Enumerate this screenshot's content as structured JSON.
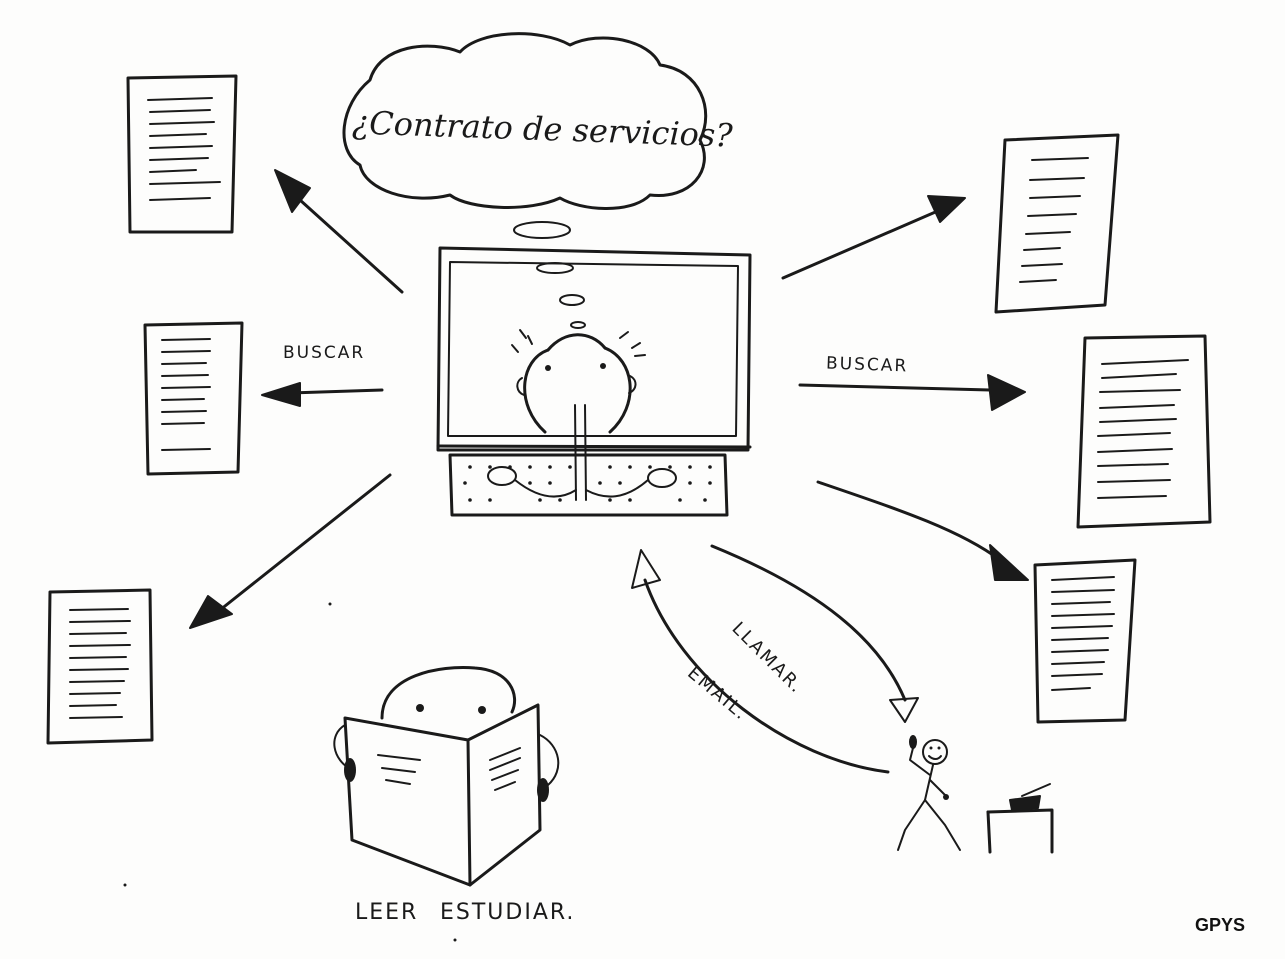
{
  "thought_bubble": {
    "text": "¿Contrato de servicios?"
  },
  "labels": {
    "search_left": "BUSCAR",
    "search_right": "BUSCAR",
    "call": "LLAMAR.",
    "email": "EMAIL.",
    "read": "LEER",
    "study": "ESTUDIAR."
  },
  "credit": "GPYS",
  "colors": {
    "ink": "#1a1a1a",
    "paper": "#fdfdfc"
  }
}
